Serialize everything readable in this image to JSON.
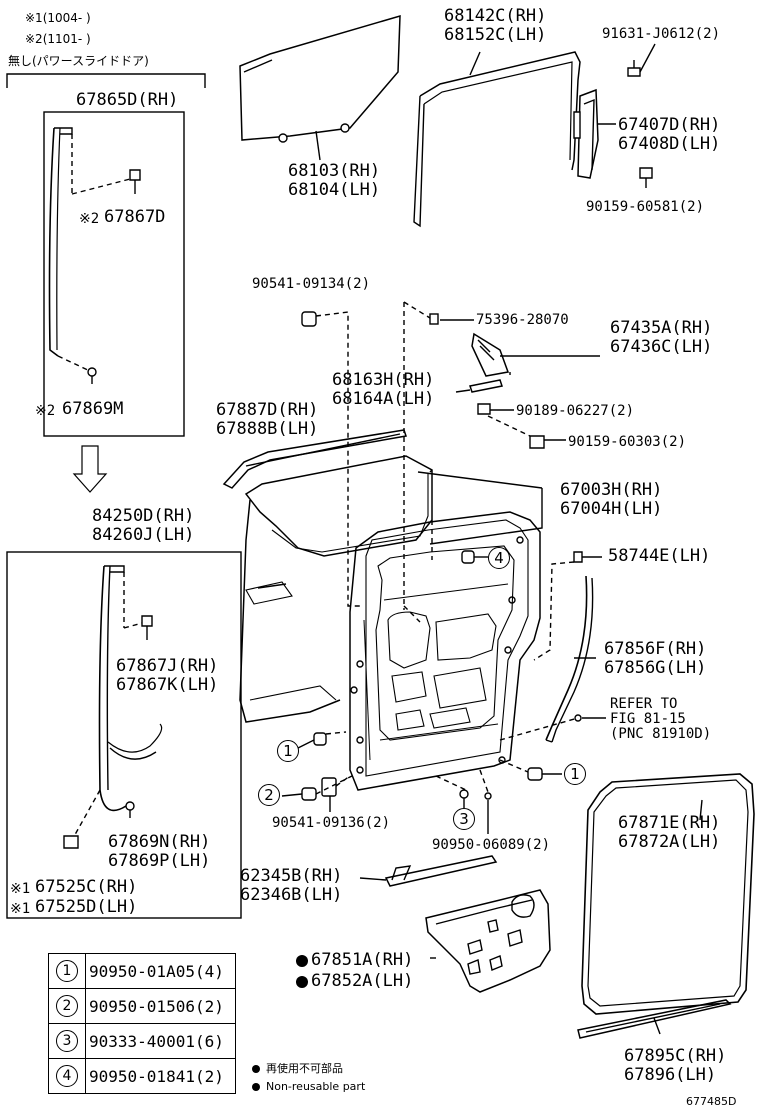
{
  "notes": {
    "period1": "※1(1004-    )",
    "period2": "※2(1101-    )",
    "without_power_slide": "無し(パワースライドドア)"
  },
  "parts": {
    "p67865": "67865D(RH)",
    "p67867d": "67867D",
    "p67867d_mark": "※2",
    "p67869m": "67869M",
    "p67869m_mark": "※2",
    "p84250": "84250D(RH)",
    "p84260": "84260J(LH)",
    "p67867j": "67867J(RH)",
    "p67867k": "67867K(LH)",
    "p67869n": "67869N(RH)",
    "p67869p": "67869P(LH)",
    "p67525c": "67525C(RH)",
    "p67525d": "67525D(LH)",
    "p67525_mark": "※1",
    "p68142": "68142C(RH)",
    "p68152": "68152C(LH)",
    "p91631": "91631-J0612(2)",
    "p67407": "67407D(RH)",
    "p67408": "67408D(LH)",
    "p68103": "68103(RH)",
    "p68104": "68104(LH)",
    "p90159a": "90159-60581(2)",
    "p90541a": "90541-09134(2)",
    "p75396": "75396-28070",
    "p67435": "67435A(RH)",
    "p67436": "67436C(LH)",
    "p68163": "68163H(RH)",
    "p68164": "68164A(LH)",
    "p90189": "90189-06227(2)",
    "p67887": "67887D(RH)",
    "p67888": "67888B(LH)",
    "p90159b": "90159-60303(2)",
    "p67003": "67003H(RH)",
    "p67004": "67004H(LH)",
    "p58744": "58744E(LH)",
    "p67856f": "67856F(RH)",
    "p67856g": "67856G(LH)",
    "refer1": "REFER TO",
    "refer2": "FIG 81-15",
    "refer3": "(PNC 81910D)",
    "p90541b": "90541-09136(2)",
    "p90950": "90950-06089(2)",
    "p67871": "67871E(RH)",
    "p67872": "67872A(LH)",
    "p62345": "62345B(RH)",
    "p62346": "62346B(LH)",
    "p67851": "67851A(RH)",
    "p67852": "67852A(LH)",
    "p67895": "67895C(RH)",
    "p67896": "67896(LH)"
  },
  "callouts": [
    "1",
    "2",
    "3",
    "4"
  ],
  "legend": [
    {
      "key": "1",
      "part": "90950-01A05(4)"
    },
    {
      "key": "2",
      "part": "90950-01506(2)"
    },
    {
      "key": "3",
      "part": "90333-40001(6)"
    },
    {
      "key": "4",
      "part": "90950-01841(2)"
    }
  ],
  "footnote": {
    "jp": "再使用不可部品",
    "en": "Non-reusable part"
  },
  "figure_id": "677485D"
}
